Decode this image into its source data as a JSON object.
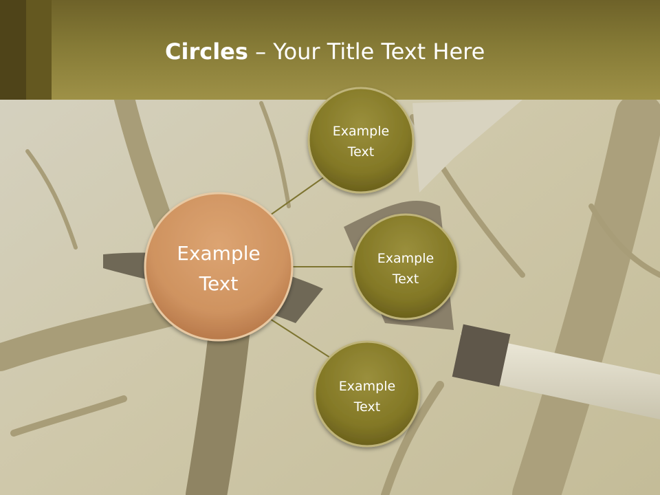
{
  "title": {
    "bold": "Circles",
    "separator": " – ",
    "rest": "Your Title Text Here"
  },
  "diagram": {
    "center": {
      "line1": "Example",
      "line2": "Text"
    },
    "satellites": [
      {
        "line1": "Example",
        "line2": "Text"
      },
      {
        "line1": "Example",
        "line2": "Text"
      },
      {
        "line1": "Example",
        "line2": "Text"
      }
    ]
  },
  "colors": {
    "header": "#857a36",
    "center_circle": "#d0965e",
    "satellite_circle": "#867b2a",
    "connector": "#7d7430"
  }
}
